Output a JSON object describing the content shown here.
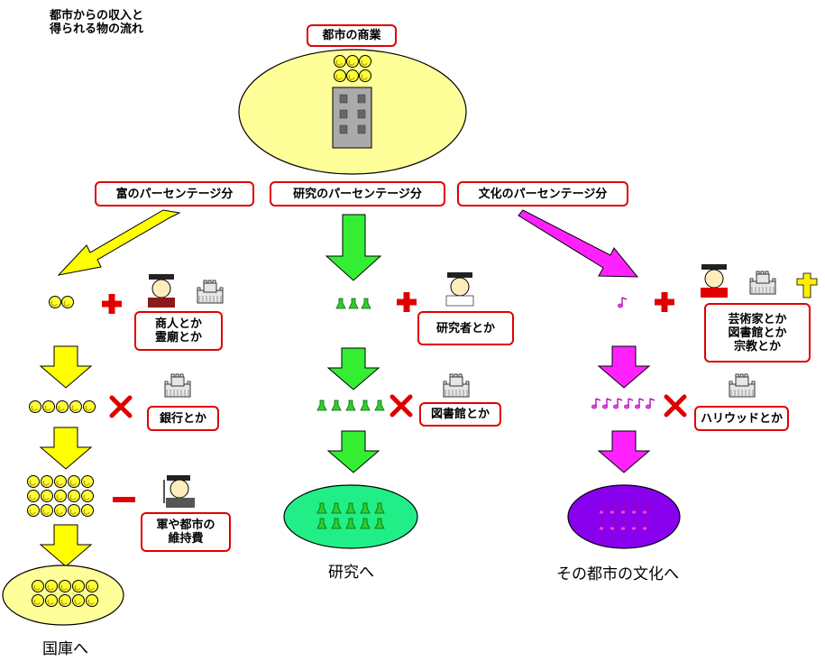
{
  "title": "都市からの収入と\n得られる物の流れ",
  "top": {
    "label": "都市の商業"
  },
  "branches": {
    "wealth_label": "富のパーセンテージ分",
    "research_label": "研究のパーセンテージ分",
    "culture_label": "文化のパーセンテージ分"
  },
  "left": {
    "add_label": "商人とか\n霊廟とか",
    "multiply_label": "銀行とか",
    "subtract_label": "軍や都市の\n維持費",
    "caption": "国庫へ"
  },
  "middle": {
    "add_label": "研究者とか",
    "multiply_label": "図書館とか",
    "caption": "研究へ"
  },
  "right": {
    "add_label": "芸術家とか\n図書館とか\n宗教とか",
    "multiply_label": "ハリウッドとか",
    "caption": "その都市の文化へ"
  },
  "colors": {
    "wealth": "#ffff00",
    "research": "#33ee33",
    "culture": "#ff22ff",
    "label_border": "#e00000"
  }
}
